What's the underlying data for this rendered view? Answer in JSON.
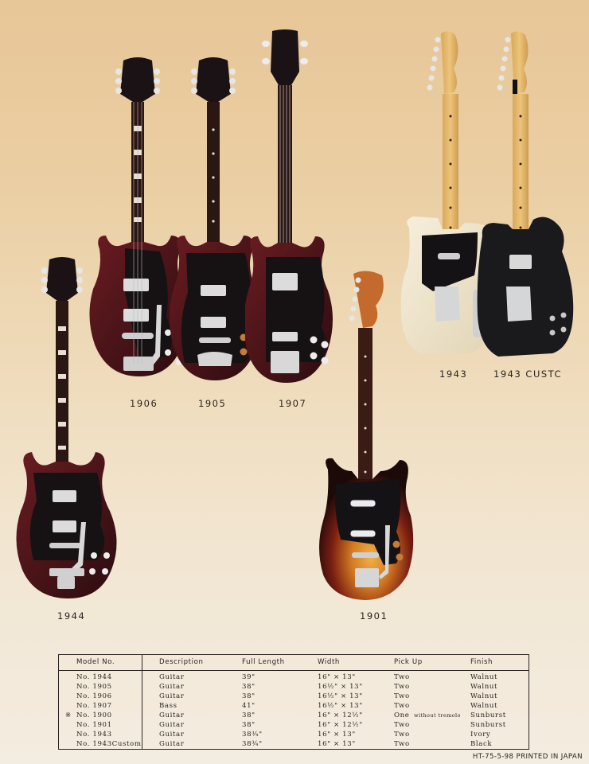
{
  "catalog": {
    "colors": {
      "background_top": "#e7c697",
      "background_bottom": "#f3ece0",
      "walnut": "#4a1418",
      "pickguard": "#161214",
      "sunburst_center": "#d8912c",
      "ivory": "#efe6cf",
      "black": "#1a1a1c",
      "maple": "#e2b66a",
      "chrome": "#d9dadb"
    },
    "guitars": [
      {
        "id": "1906",
        "label": "1906",
        "type": "SG-style guitar with tremolo",
        "finish": "Walnut"
      },
      {
        "id": "1905",
        "label": "1905",
        "type": "SG-style guitar",
        "finish": "Walnut"
      },
      {
        "id": "1907",
        "label": "1907",
        "type": "SG-style bass",
        "finish": "Walnut"
      },
      {
        "id": "1943",
        "label": "1943",
        "type": "Telecaster-style guitar",
        "finish": "Ivory"
      },
      {
        "id": "1943-custom",
        "label": "1943 CUSTC",
        "type": "Telecaster Custom-style guitar",
        "finish": "Black"
      },
      {
        "id": "1944",
        "label": "1944",
        "type": "SG-style guitar with Bigsby tremolo",
        "finish": "Walnut"
      },
      {
        "id": "1901",
        "label": "1901",
        "type": "Offset guitar with tremolo",
        "finish": "Sunburst"
      }
    ]
  },
  "spec_table": {
    "headers": [
      "Model No.",
      "Description",
      "Full Length",
      "Width",
      "Pick Up",
      "Finish"
    ],
    "rows": [
      {
        "marker": "",
        "model": "No. 1944",
        "description": "Guitar",
        "length": "39\"",
        "width": "16\" × 13\"",
        "pickup": "Two",
        "pickup_note": "",
        "finish": "Walnut"
      },
      {
        "marker": "",
        "model": "No. 1905",
        "description": "Guitar",
        "length": "38\"",
        "width": "16½\" × 13\"",
        "pickup": "Two",
        "pickup_note": "",
        "finish": "Walnut"
      },
      {
        "marker": "",
        "model": "No. 1906",
        "description": "Guitar",
        "length": "38\"",
        "width": "16½\" × 13\"",
        "pickup": "Two",
        "pickup_note": "",
        "finish": "Walnut"
      },
      {
        "marker": "",
        "model": "No. 1907",
        "description": "Bass",
        "length": "41\"",
        "width": "16½\" × 13\"",
        "pickup": "Two",
        "pickup_note": "",
        "finish": "Walnut"
      },
      {
        "marker": "※",
        "model": "No. 1900",
        "description": "Guitar",
        "length": "38\"",
        "width": "16\" × 12½\"",
        "pickup": "One",
        "pickup_note": "without tremolo",
        "finish": "Sunburst"
      },
      {
        "marker": "",
        "model": "No. 1901",
        "description": "Guitar",
        "length": "38\"",
        "width": "16\" × 12½\"",
        "pickup": "Two",
        "pickup_note": "",
        "finish": "Sunburst"
      },
      {
        "marker": "",
        "model": "No. 1943",
        "description": "Guitar",
        "length": "38¾\"",
        "width": "16\" × 13\"",
        "pickup": "Two",
        "pickup_note": "",
        "finish": "Ivory"
      },
      {
        "marker": "",
        "model": "No. 1943Custom",
        "description": "Guitar",
        "length": "38¾\"",
        "width": "16\" × 13\"",
        "pickup": "Two",
        "pickup_note": "",
        "finish": "Black"
      }
    ]
  },
  "footer": {
    "print_code": "HT-75-5-98 PRINTED IN JAPAN"
  }
}
